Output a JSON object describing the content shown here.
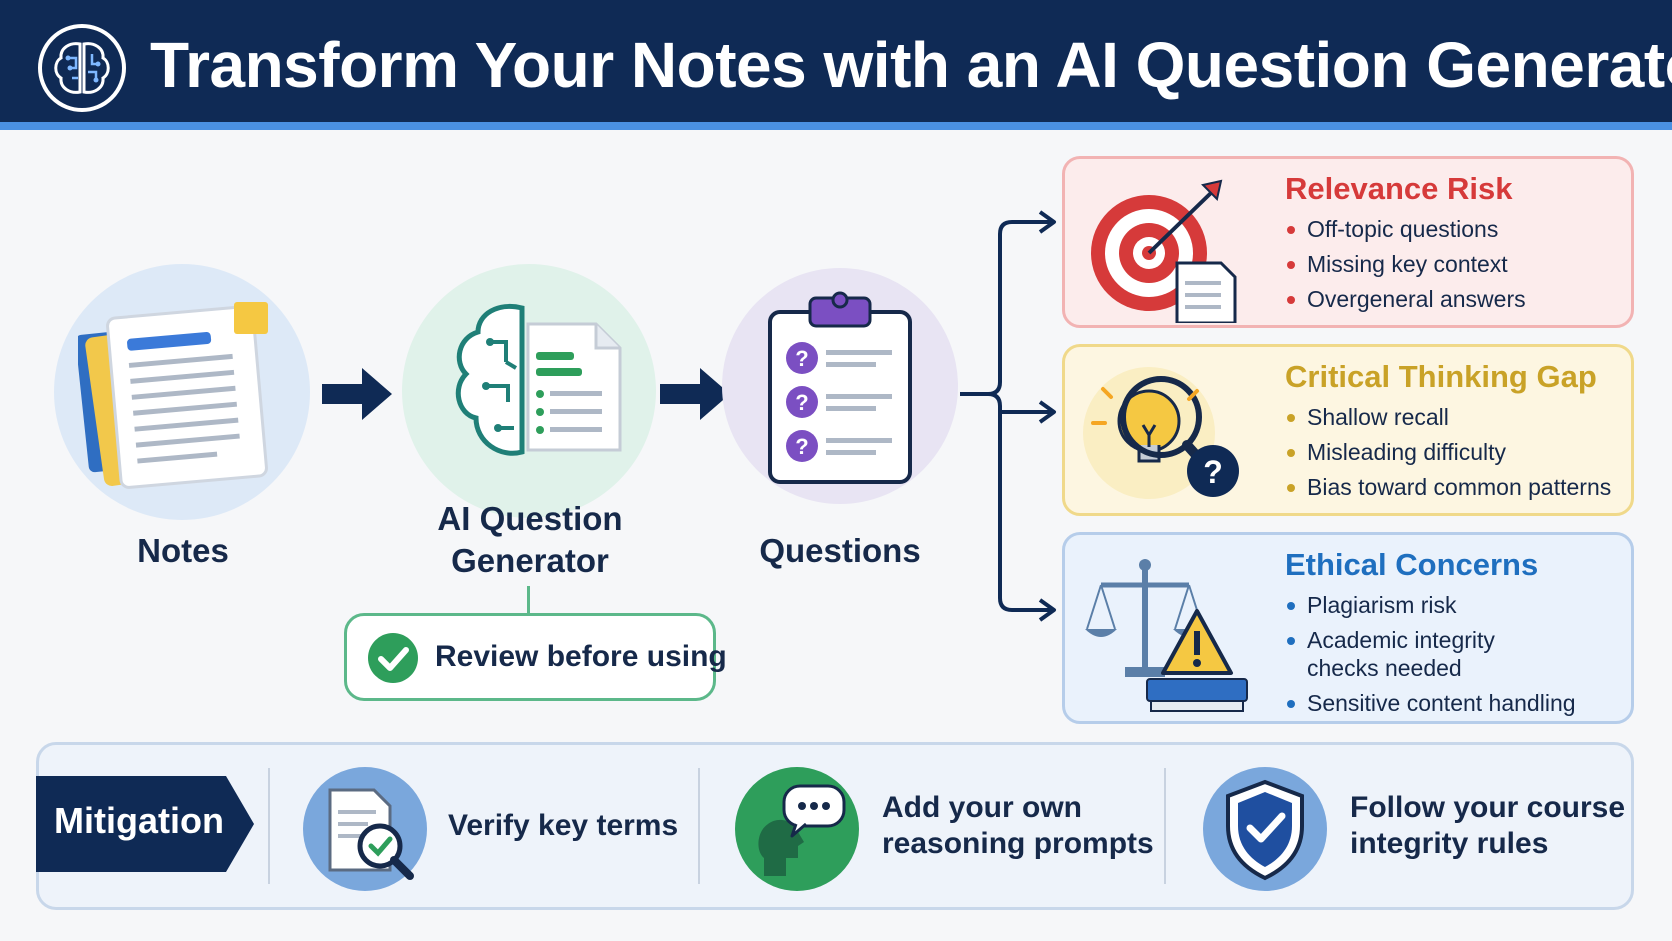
{
  "header": {
    "title": "Transform Your Notes with an AI Question Generator",
    "logo_icon": "brain-circuit-icon"
  },
  "flow": {
    "steps": [
      {
        "label": "Notes",
        "icon": "notes-document-icon"
      },
      {
        "label": "AI Question Generator",
        "label_line1": "AI Question",
        "label_line2": "Generator",
        "icon": "brain-document-icon"
      },
      {
        "label": "Questions",
        "icon": "clipboard-questions-icon"
      }
    ],
    "review_label": "Review before using",
    "review_icon": "check-circle-icon"
  },
  "risks": [
    {
      "title": "Relevance Risk",
      "color": "#d63a3a",
      "icon": "target-arrow-icon",
      "items": [
        "Off-topic questions",
        "Missing key context",
        "Overgeneral answers"
      ]
    },
    {
      "title": "Critical Thinking Gap",
      "color": "#c9a227",
      "icon": "lightbulb-magnifier-icon",
      "items": [
        "Shallow recall",
        "Misleading difficulty",
        "Bias toward common patterns"
      ]
    },
    {
      "title": "Ethical Concerns",
      "color": "#1f6fbf",
      "icon": "scales-warning-icon",
      "items": [
        "Plagiarism risk",
        "Academic integrity",
        "checks needed",
        "Sensitive content handling"
      ]
    }
  ],
  "mitigation": {
    "label": "Mitigation",
    "items": [
      {
        "line1": "Verify key terms",
        "line2": "",
        "icon": "document-magnifier-icon"
      },
      {
        "line1": "Add your own",
        "line2": "reasoning prompts",
        "icon": "person-speech-icon"
      },
      {
        "line1": "Follow your course",
        "line2": "integrity rules",
        "icon": "shield-check-icon"
      }
    ]
  },
  "colors": {
    "navy": "#0f2a55",
    "accent_blue": "#4a90e2",
    "green": "#2e9e5b",
    "red": "#d63a3a",
    "yellow": "#c9a227",
    "blue": "#1f6fbf",
    "purple": "#7b4fc2"
  }
}
